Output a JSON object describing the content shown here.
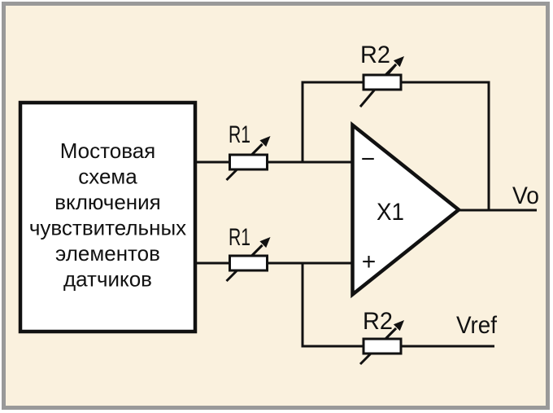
{
  "colors": {
    "page_background": "#FFFFFF",
    "frame_border": "#999999",
    "diagram_background": "#FAF1DE",
    "line": "#111111",
    "shape_fill": "#FFFFFF"
  },
  "bridge_box": {
    "lines": [
      "Мостовая",
      "схема",
      "включения",
      "чувствительных",
      "элементов",
      "датчиков"
    ]
  },
  "resistors": {
    "r1_top": "R1",
    "r1_bottom": "R1",
    "r2_top": "R2",
    "r2_bottom": "R2"
  },
  "opamp": {
    "name": "X1",
    "inverting_input": "−",
    "noninverting_input": "+"
  },
  "terminals": {
    "output": "Vo",
    "reference": "Vref"
  }
}
